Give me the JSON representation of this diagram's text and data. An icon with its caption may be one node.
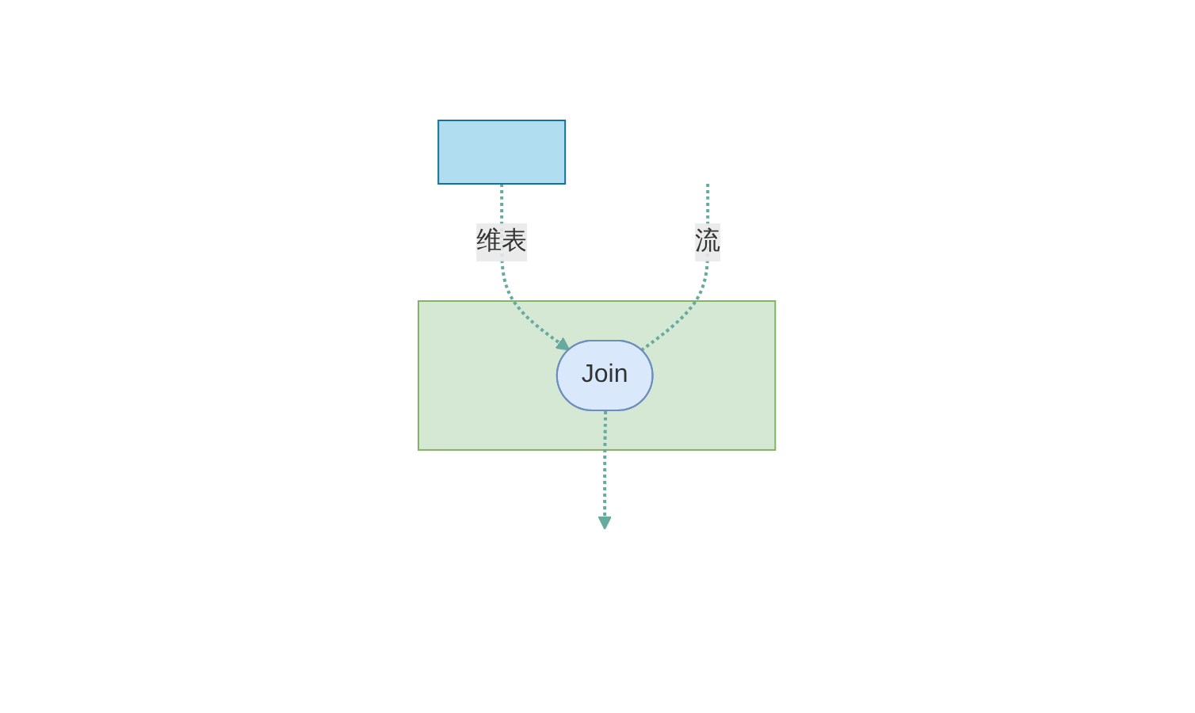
{
  "diagram": {
    "nodes": [
      {
        "text": [],
        "shape": "box"
      },
      {
        "text": [],
        "shape": "box"
      },
      {
        "text": [
          "Join"
        ],
        "in": 1
      }
    ],
    "edges": [
      {
        "from": 0,
        "to": 2,
        "arrow": "to",
        "label": "维表",
        "style": "dashed"
      },
      {
        "from": null,
        "to": 2,
        "arrow": "none",
        "label": "流",
        "style": "dashed"
      },
      {
        "from": 2,
        "to": null,
        "arrow": "to",
        "style": "dashed"
      }
    ]
  }
}
